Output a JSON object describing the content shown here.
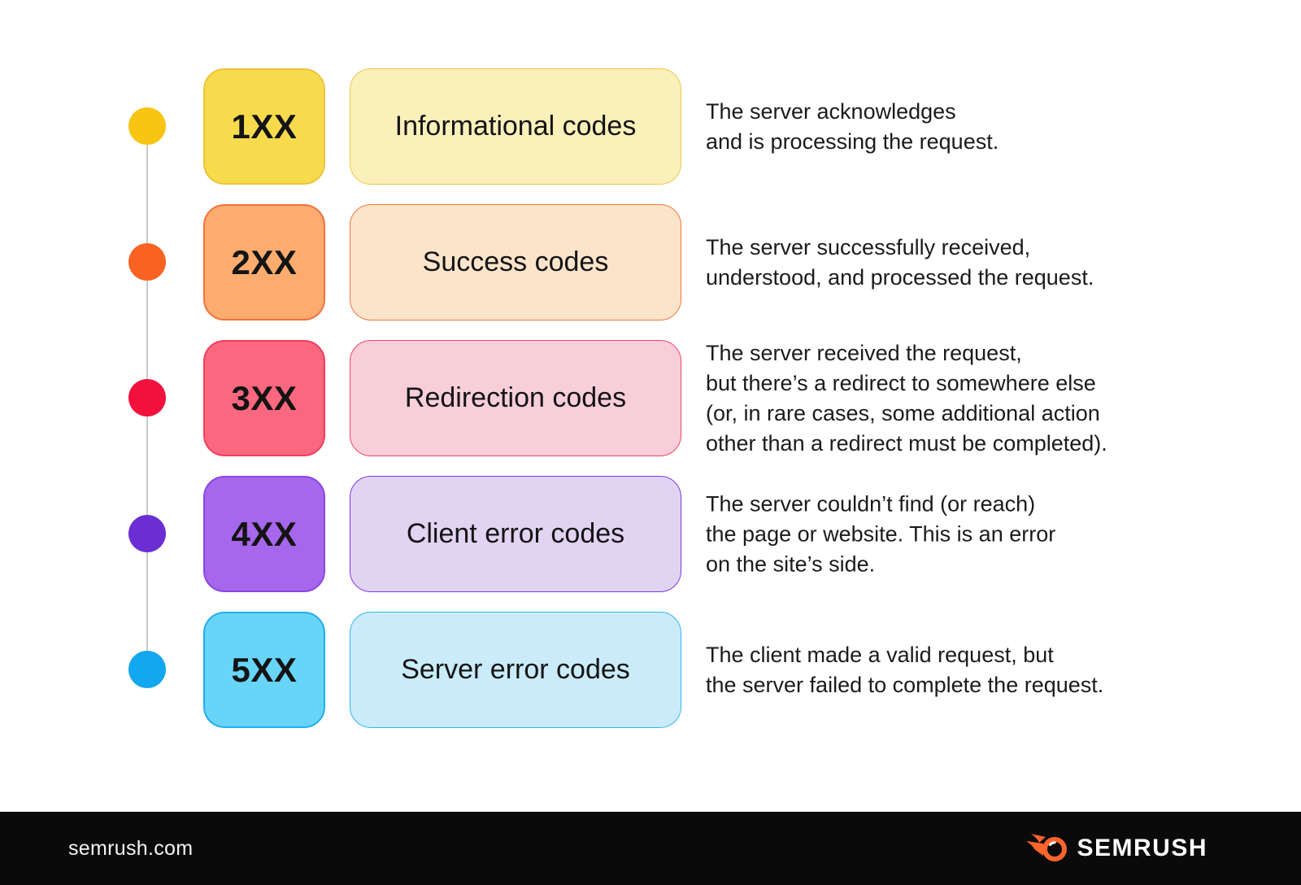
{
  "title": "HTTP status code classes infographic",
  "rows": [
    {
      "code": "1XX",
      "label": "Informational codes",
      "desc": "The server acknowledges\nand is processing the request.",
      "colors": {
        "dot": "#F9C513",
        "num_fill": "#F8DB4D",
        "num_border": "#EEC33C",
        "label_fill": "#FAF0BA",
        "label_border": "#EDC84E"
      }
    },
    {
      "code": "2XX",
      "label": "Success codes",
      "desc": "The server successfully received,\nunderstood, and processed the request.",
      "colors": {
        "dot": "#F96322",
        "num_fill": "#FBAC6E",
        "num_border": "#F2713B",
        "label_fill": "#FCE4CB",
        "label_border": "#F2773F"
      }
    },
    {
      "code": "3XX",
      "label": "Redirection codes",
      "desc": "The server received the request,\nbut there’s a redirect to somewhere else\n(or, in rare cases, some additional action\nother than a redirect must be completed).",
      "colors": {
        "dot": "#F2103D",
        "num_fill": "#F9687F",
        "num_border": "#F23D5E",
        "label_fill": "#F8CEDA",
        "label_border": "#F04763"
      }
    },
    {
      "code": "4XX",
      "label": "Client error codes",
      "desc": "The server couldn’t find (or reach)\nthe page or website. This is an error\non the site’s side.",
      "colors": {
        "dot": "#6A2ED3",
        "num_fill": "#A767EC",
        "num_border": "#8A46E0",
        "label_fill": "#E1D3F2",
        "label_border": "#7D3BDE"
      }
    },
    {
      "code": "5XX",
      "label": "Server error codes",
      "desc": "The client made a valid request, but\nthe server failed to complete the request.",
      "colors": {
        "dot": "#12A7F0",
        "num_fill": "#67D4F8",
        "num_border": "#21AEEC",
        "label_fill": "#C9EBFA",
        "label_border": "#33B7EF"
      }
    }
  ],
  "timeline": {
    "line_color": "#C9C9C9"
  },
  "footer": {
    "url": "semrush.com",
    "brand": "SEMRUSH",
    "bar_color": "#0A0A0A",
    "accent": "#FF642D"
  }
}
